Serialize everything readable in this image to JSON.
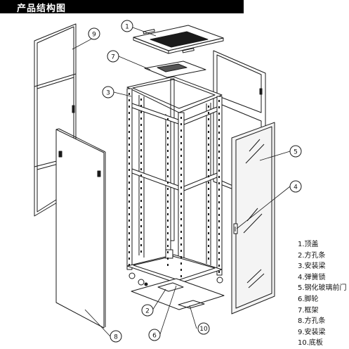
{
  "title": "产品结构图",
  "callouts": {
    "c1": "1",
    "c2": "2",
    "c3": "3",
    "c4": "4",
    "c5": "5",
    "c6": "6",
    "c7": "7",
    "c8": "8",
    "c9": "9",
    "c10": "10"
  },
  "legend": [
    "1.顶盖",
    "2.方孔条",
    "3.安装梁",
    "4.弹簧锁",
    "5.钢化玻璃前门",
    "6.脚轮",
    "7.框架",
    "8.方孔条",
    "9.安装梁",
    "10.底板"
  ],
  "colors": {
    "line": "#1a1a1a",
    "glass": "#f4f4f4",
    "title_bg": "#000000",
    "title_fg": "#ffffff"
  }
}
